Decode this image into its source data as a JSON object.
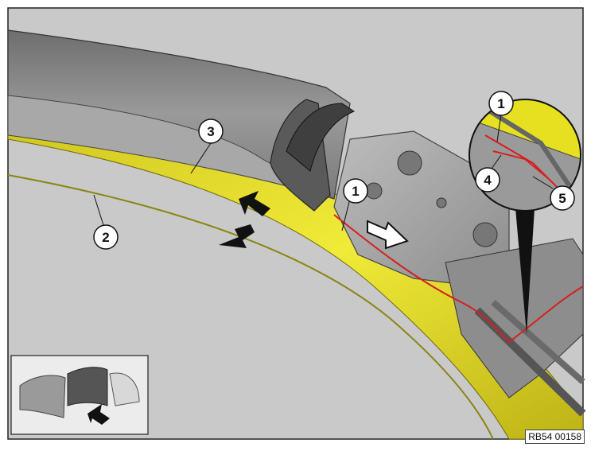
{
  "callouts": [
    {
      "id": "c1_main",
      "label": "1"
    },
    {
      "id": "c1_inset",
      "label": "1"
    },
    {
      "id": "c2",
      "label": "2"
    },
    {
      "id": "c3",
      "label": "3"
    },
    {
      "id": "c4",
      "label": "4"
    },
    {
      "id": "c5",
      "label": "5"
    }
  ],
  "reference_code": "RB54 00158",
  "colors": {
    "background": "#c9c9c9",
    "trim_yellow": "#e8e22a",
    "roof_gray": "#8c8c8c",
    "cable_red": "#d42020",
    "arrow": "#111111"
  }
}
